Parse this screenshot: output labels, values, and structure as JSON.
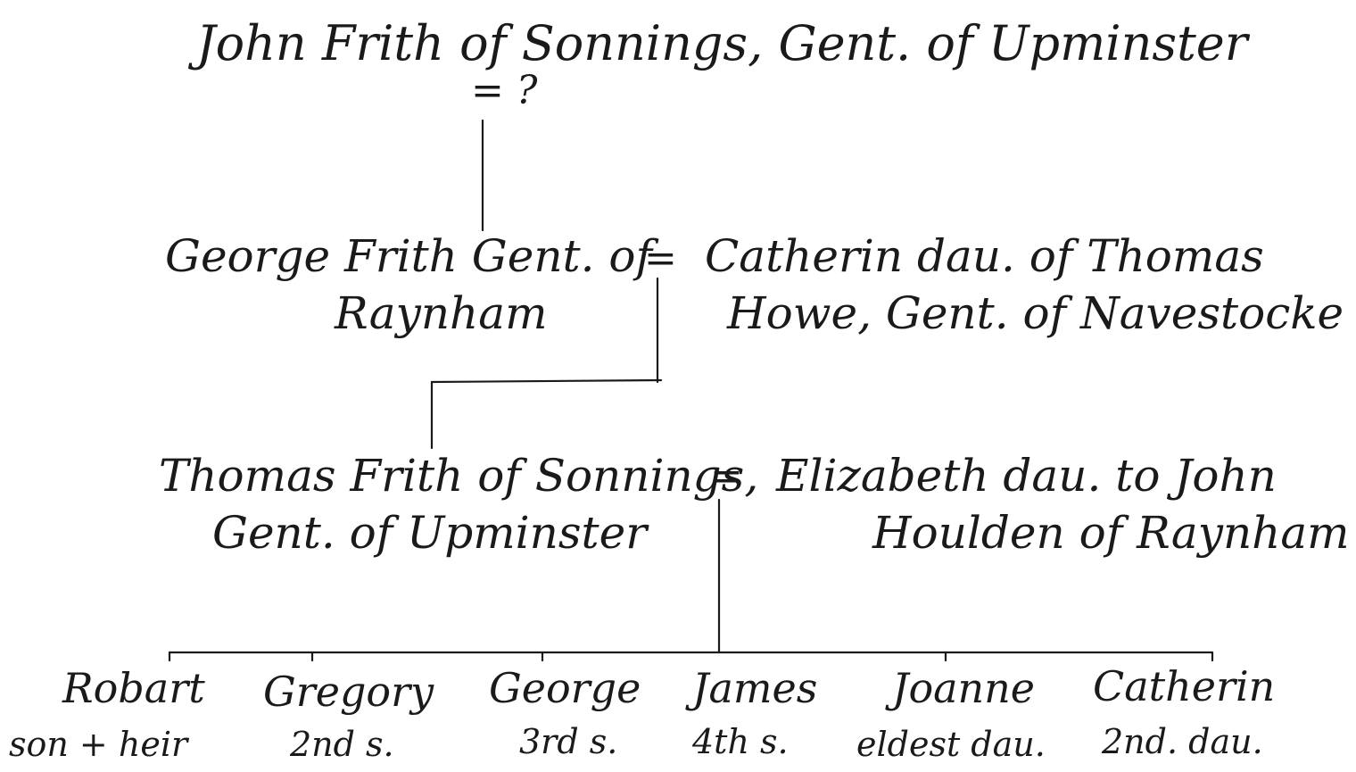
{
  "generation_1": {
    "person": "John Frith of Sonnings, Gent. of Upminster",
    "spouse_marker": "= ?"
  },
  "generation_2": {
    "husband_line1": "George Frith Gent. of",
    "husband_line2": "Raynham",
    "marriage": "=",
    "wife_line1": "Catherin dau. of Thomas",
    "wife_line2": "Howe, Gent. of Navestocke"
  },
  "generation_3": {
    "husband_line1": "Thomas Frith of Sonnings,",
    "husband_line2": "Gent. of Upminster",
    "marriage": "=",
    "wife_line1": "Elizabeth dau. to John",
    "wife_line2": "Houlden of Raynham"
  },
  "children": [
    {
      "name": "Robart",
      "note": "son + heir"
    },
    {
      "name": "Gregory",
      "note": "2nd s."
    },
    {
      "name": "George",
      "note": "3rd s."
    },
    {
      "name": "James",
      "note": "4th s."
    },
    {
      "name": "Joanne",
      "note": "eldest dau."
    },
    {
      "name": "Catherin",
      "note": "2nd. dau."
    }
  ]
}
